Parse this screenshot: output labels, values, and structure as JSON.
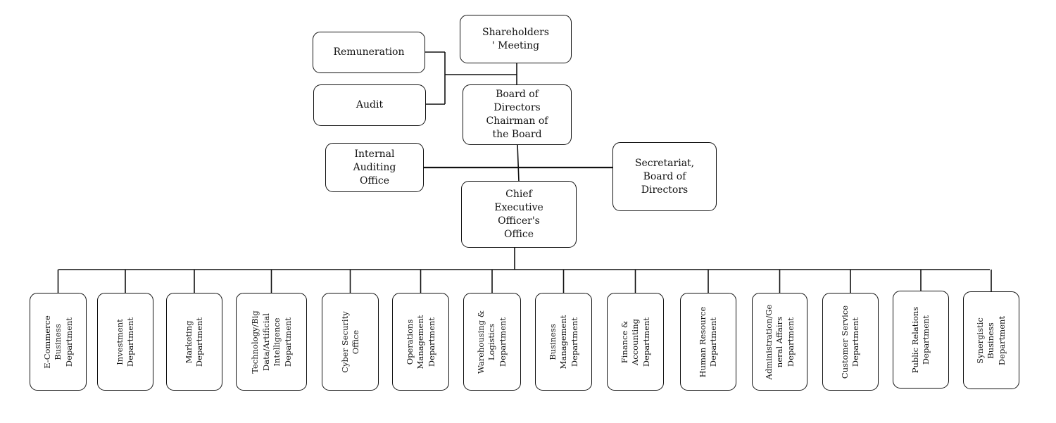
{
  "top": {
    "shareholders": "Shareholders\n' Meeting",
    "remuneration": "Remuneration",
    "audit": "Audit",
    "board": "Board of\nDirectors\nChairman of\nthe Board",
    "internal_auditing": "Internal\nAuditing\nOffice",
    "secretariat": "Secretariat,\nBoard of\nDirectors",
    "ceo_office": "Chief\nExecutive\nOfficer's\nOffice"
  },
  "departments": [
    "E-Commerce\nBusiness\nDepartment",
    "Investment\nDepartment",
    "Marketing\nDepartment",
    "Technology/Big\nData/Artificial\nIntelligence\nDepartment",
    "Cyber Security\nOffice",
    "Operations\nManagement\nDepartment",
    "Warehousing &\nLogistics\nDepartment",
    "Business\nManagement\nDepartment",
    "Finance &\nAccounting\nDepartment",
    "Human Resource\nDepartment",
    "Administration/Ge\nneral Affairs\nDepartment",
    "Customer Service\nDepartment",
    "Public Relations\nDepartment",
    "Synergistic\nBusiness\nDepartment"
  ]
}
